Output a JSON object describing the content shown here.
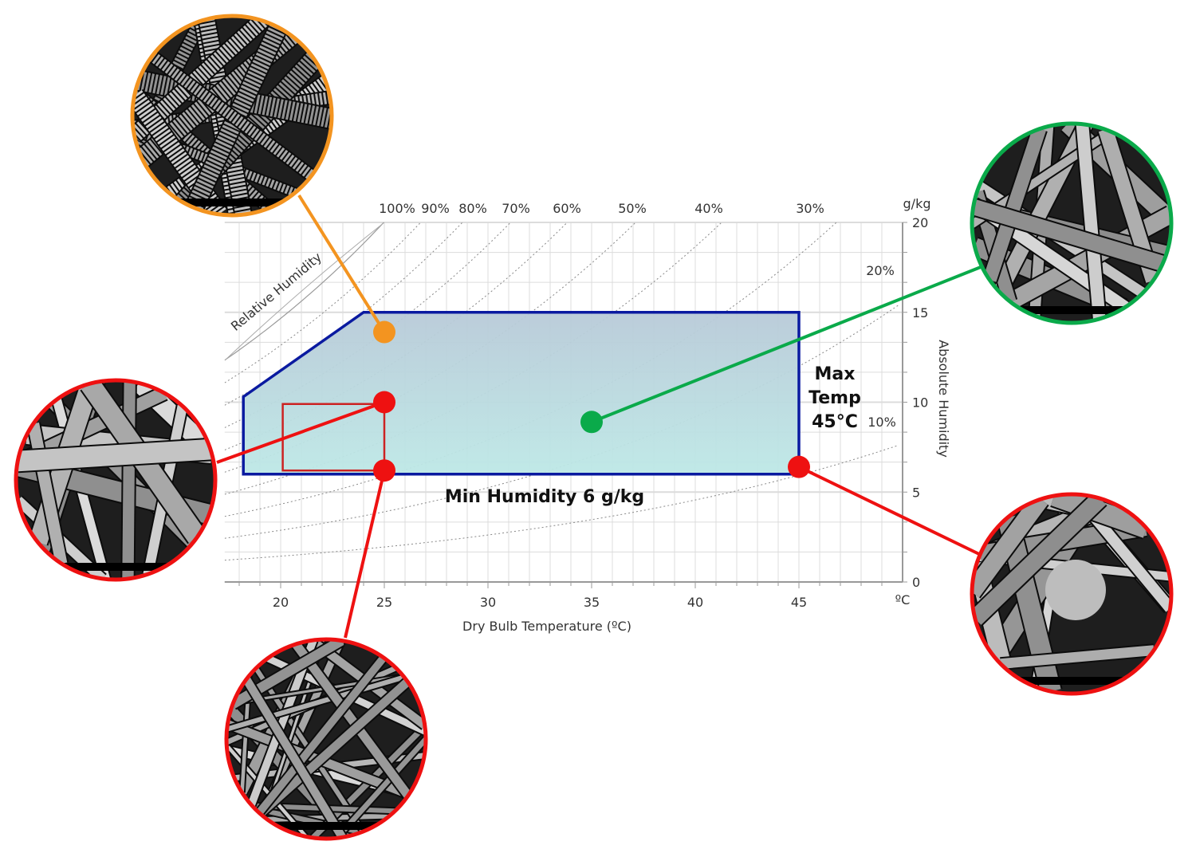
{
  "chart_data": {
    "type": "psychrometric",
    "xlabel": "Dry Bulb Temperature (ºC)",
    "x_unit_label": "ºC",
    "ylabel": "Absolute Humidity",
    "y_unit_label": "g/kg",
    "rh_axis_label": "Relative Humidity",
    "xlim": [
      17.3,
      50
    ],
    "ylim": [
      0,
      20
    ],
    "x_ticks": [
      20,
      25,
      30,
      35,
      40,
      45
    ],
    "y_ticks": [
      0,
      5,
      10,
      15,
      20
    ],
    "rh_curves": [
      {
        "rh": 100,
        "label": "100%"
      },
      {
        "rh": 90,
        "label": "90%"
      },
      {
        "rh": 80,
        "label": "80%"
      },
      {
        "rh": 70,
        "label": "70%"
      },
      {
        "rh": 60,
        "label": "60%"
      },
      {
        "rh": 50,
        "label": "50%"
      },
      {
        "rh": 40,
        "label": "40%"
      },
      {
        "rh": 30,
        "label": "30%"
      },
      {
        "rh": 20,
        "label": "20%"
      },
      {
        "rh": 10,
        "label": "10%"
      }
    ],
    "operating_region": {
      "polygon": [
        [
          18.2,
          6
        ],
        [
          45,
          6
        ],
        [
          45,
          15
        ],
        [
          24,
          15
        ],
        [
          18.2,
          10.3
        ]
      ],
      "stroke": "#0a1aa0",
      "fill_top": "#b8cad8",
      "fill_bottom": "#bde8e6"
    },
    "inner_region": {
      "x": [
        20.1,
        25
      ],
      "y": [
        6.2,
        9.9
      ],
      "stroke": "#cc2222"
    },
    "annotations": {
      "max_temp": [
        "Max",
        "Temp",
        "45°C"
      ],
      "min_humidity": "Min Humidity 6 g/kg"
    },
    "points": [
      {
        "name": "orange",
        "x": 25,
        "y": 13.9,
        "color": "#f39420"
      },
      {
        "name": "red-upper",
        "x": 25,
        "y": 10,
        "color": "#ee1111"
      },
      {
        "name": "red-lower",
        "x": 25,
        "y": 6.2,
        "color": "#ee1111"
      },
      {
        "name": "green",
        "x": 35,
        "y": 8.9,
        "color": "#0aaa4a"
      },
      {
        "name": "red-right",
        "x": 45,
        "y": 6.4,
        "color": "#ee1111"
      }
    ],
    "grid": true
  },
  "sem_images": [
    {
      "point": 0,
      "color": "#f39420",
      "style": "porous"
    },
    {
      "point": 3,
      "color": "#0aaa4a",
      "style": "smooth"
    },
    {
      "point": 1,
      "color": "#ee1111",
      "style": "beaded"
    },
    {
      "point": 2,
      "color": "#ee1111",
      "style": "thin"
    },
    {
      "point": 4,
      "color": "#ee1111",
      "style": "fused"
    }
  ]
}
